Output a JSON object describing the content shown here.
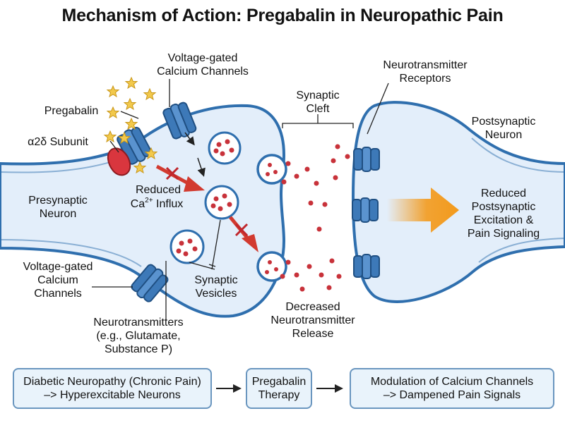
{
  "title": "Mechanism of Action: Pregabalin in Neuropathic Pain",
  "labels": {
    "vgcc_top_1": "Voltage-gated",
    "vgcc_top_2": "Calcium Channels",
    "receptors_1": "Neurotransmitter",
    "receptors_2": "Receptors",
    "cleft_1": "Synaptic",
    "cleft_2": "Cleft",
    "pregabalin": "Pregabalin",
    "subunit": "α2δ Subunit",
    "postsynaptic_1": "Postsynaptic",
    "postsynaptic_2": "Neuron",
    "reduced_influx_1": "Reduced",
    "reduced_influx_2": "Ca",
    "reduced_influx_sup": "2+",
    "reduced_influx_3": " Influx",
    "presynaptic_1": "Presynaptic",
    "presynaptic_2": "Neuron",
    "reduced_excitation_1": "Reduced",
    "reduced_excitation_2": "Postsynaptic",
    "reduced_excitation_3": "Excitation &",
    "reduced_excitation_4": "Pain Signaling",
    "vgcc_bottom_1": "Voltage-gated",
    "vgcc_bottom_2": "Calcium",
    "vgcc_bottom_3": "Channels",
    "vesicles_1": "Synaptic",
    "vesicles_2": "Vesicles",
    "decreased_1": "Decreased",
    "decreased_2": "Neurotransmitter",
    "decreased_3": "Release",
    "neurotransmitters_1": "Neurotransmitters",
    "neurotransmitters_2": "(e.g., Glutamate,",
    "neurotransmitters_3": "Substance P)"
  },
  "flow": {
    "box1_line1": "Diabetic Neuropathy (Chronic Pain)",
    "box1_line2": "–> Hyperexcitable Neurons",
    "box2_line1": "Pregabalin",
    "box2_line2": "Therapy",
    "box3_line1": "Modulation of Calcium Channels",
    "box3_line2": "–> Dampened Pain Signals"
  },
  "colors": {
    "membrane": "#2f6fae",
    "cytoplasm": "#e3eefa",
    "channel": "#3d79b8",
    "subunit": "#d9363e",
    "pregabalin": "#f2c94c",
    "neurotransmitter": "#c8323a",
    "inhibition_arrow": "#d23a2f",
    "excitation_arrow": "#f39a1c",
    "flow_border": "#6a96bf"
  },
  "icons": [
    "pregabalin-star-icon",
    "calcium-channel-icon",
    "receptor-icon",
    "vesicle-icon",
    "block-x-icon"
  ]
}
